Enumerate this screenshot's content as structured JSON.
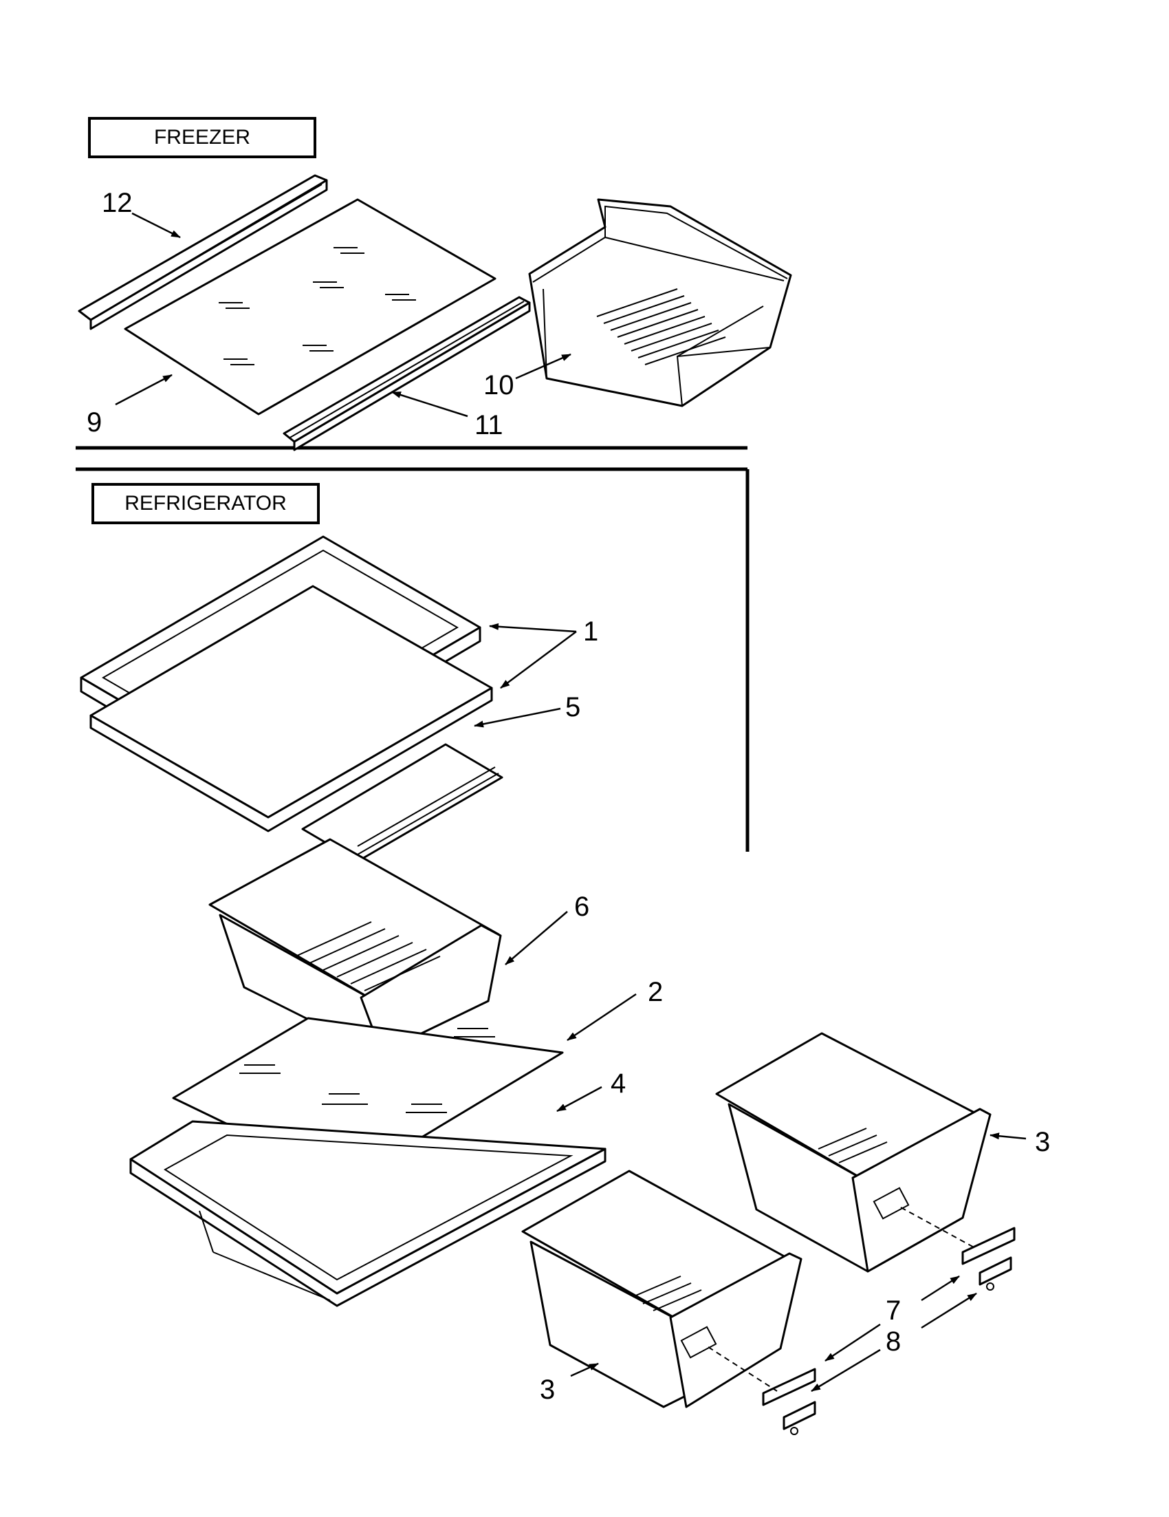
{
  "sections": {
    "freezer": "FREEZER",
    "refrigerator": "REFRIGERATOR"
  },
  "callouts": {
    "c1": "1",
    "c2": "2",
    "c3a": "3",
    "c3b": "3",
    "c4": "4",
    "c5": "5",
    "c6": "6",
    "c7": "7",
    "c8": "8",
    "c9": "9",
    "c10": "10",
    "c11": "11",
    "c12": "12"
  },
  "colors": {
    "line": "#000000",
    "background": "#ffffff"
  }
}
